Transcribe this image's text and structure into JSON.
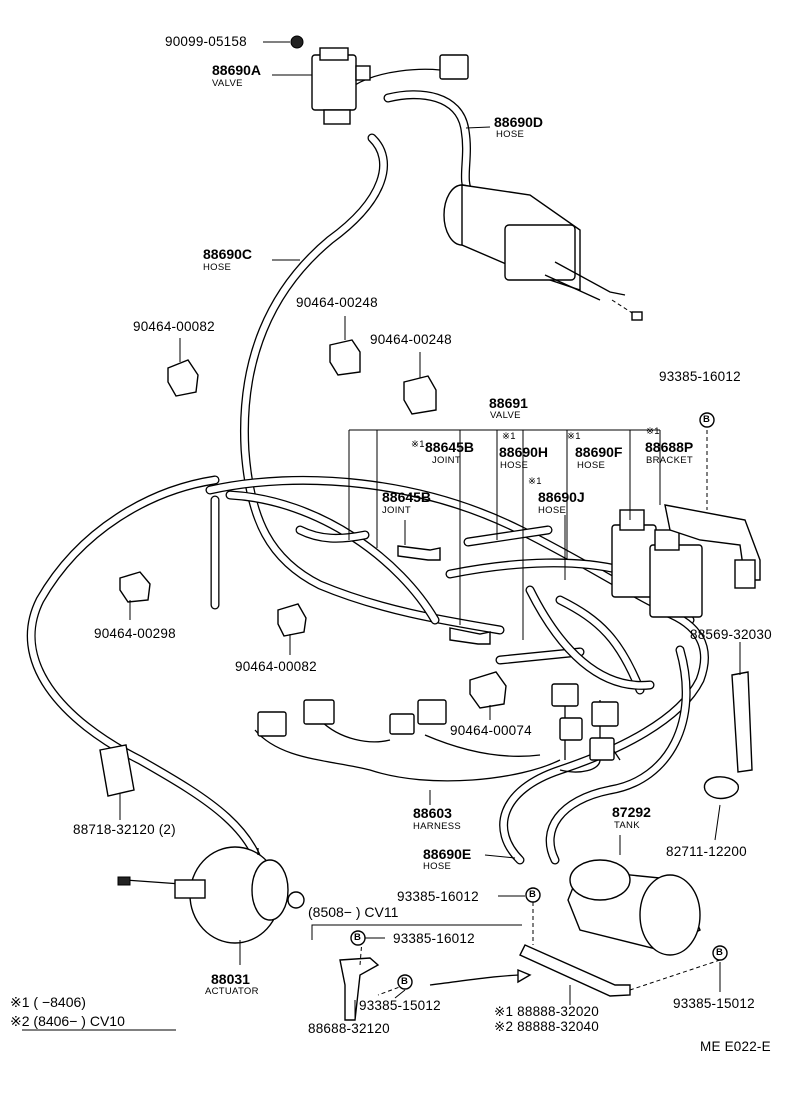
{
  "parts": {
    "p_90099_05158": "90099-05158",
    "p_88690A": "88690A",
    "n_valve_top": "VALVE",
    "p_88690D": "88690D",
    "n_hose_d": "HOSE",
    "p_88690C": "88690C",
    "n_hose_c": "HOSE",
    "p_90464_00248a": "90464-00248",
    "p_90464_00082a": "90464-00082",
    "p_90464_00248b": "90464-00248",
    "p_93385_16012a": "93385-16012",
    "p_88691": "88691",
    "n_valve_mid": "VALVE",
    "p_88645B_1": "88645B",
    "n_joint_1": "JOINT",
    "p_88690H": "88690H",
    "n_hose_h": "HOSE",
    "p_88690F": "88690F",
    "n_hose_f": "HOSE",
    "p_88688P": "88688P",
    "n_bracket": "BRACKET",
    "p_88690J": "88690J",
    "n_hose_j": "HOSE",
    "p_88645B_2": "88645B",
    "n_joint_2": "JOINT",
    "p_90464_00298": "90464-00298",
    "p_90464_00082b": "90464-00082",
    "p_88569_32030": "88569-32030",
    "p_90464_00074": "90464-00074",
    "p_88603": "88603",
    "n_harness": "HARNESS",
    "p_87292": "87292",
    "n_tank": "TANK",
    "p_88718_32120": "88718-32120 (2)",
    "p_82711_12200": "82711-12200",
    "p_88690E": "88690E",
    "n_hose_e": "HOSE",
    "p_93385_16012b": "93385-16012",
    "p_8508": "(8508−          ) CV11",
    "p_93385_16012c": "93385-16012",
    "p_88031": "88031",
    "n_actuator": "ACTUATOR",
    "p_93385_15012a": "93385-15012",
    "p_93385_15012b": "93385-15012",
    "p_88688_32120": "88688-32120",
    "p_88888_32020": "※1 88888-32020",
    "p_88888_32040": "※2 88888-32040",
    "mark_1": "※1",
    "mark_1b": "※1",
    "mark_1c": "※1",
    "mark_1d": "※1",
    "mark_1e": "※1"
  },
  "notes": {
    "note1": "※1 (          −8406)",
    "note2": "※2 (8406−            ) CV10"
  },
  "bolt_mark": "B",
  "ref_code": "ME E022-E"
}
